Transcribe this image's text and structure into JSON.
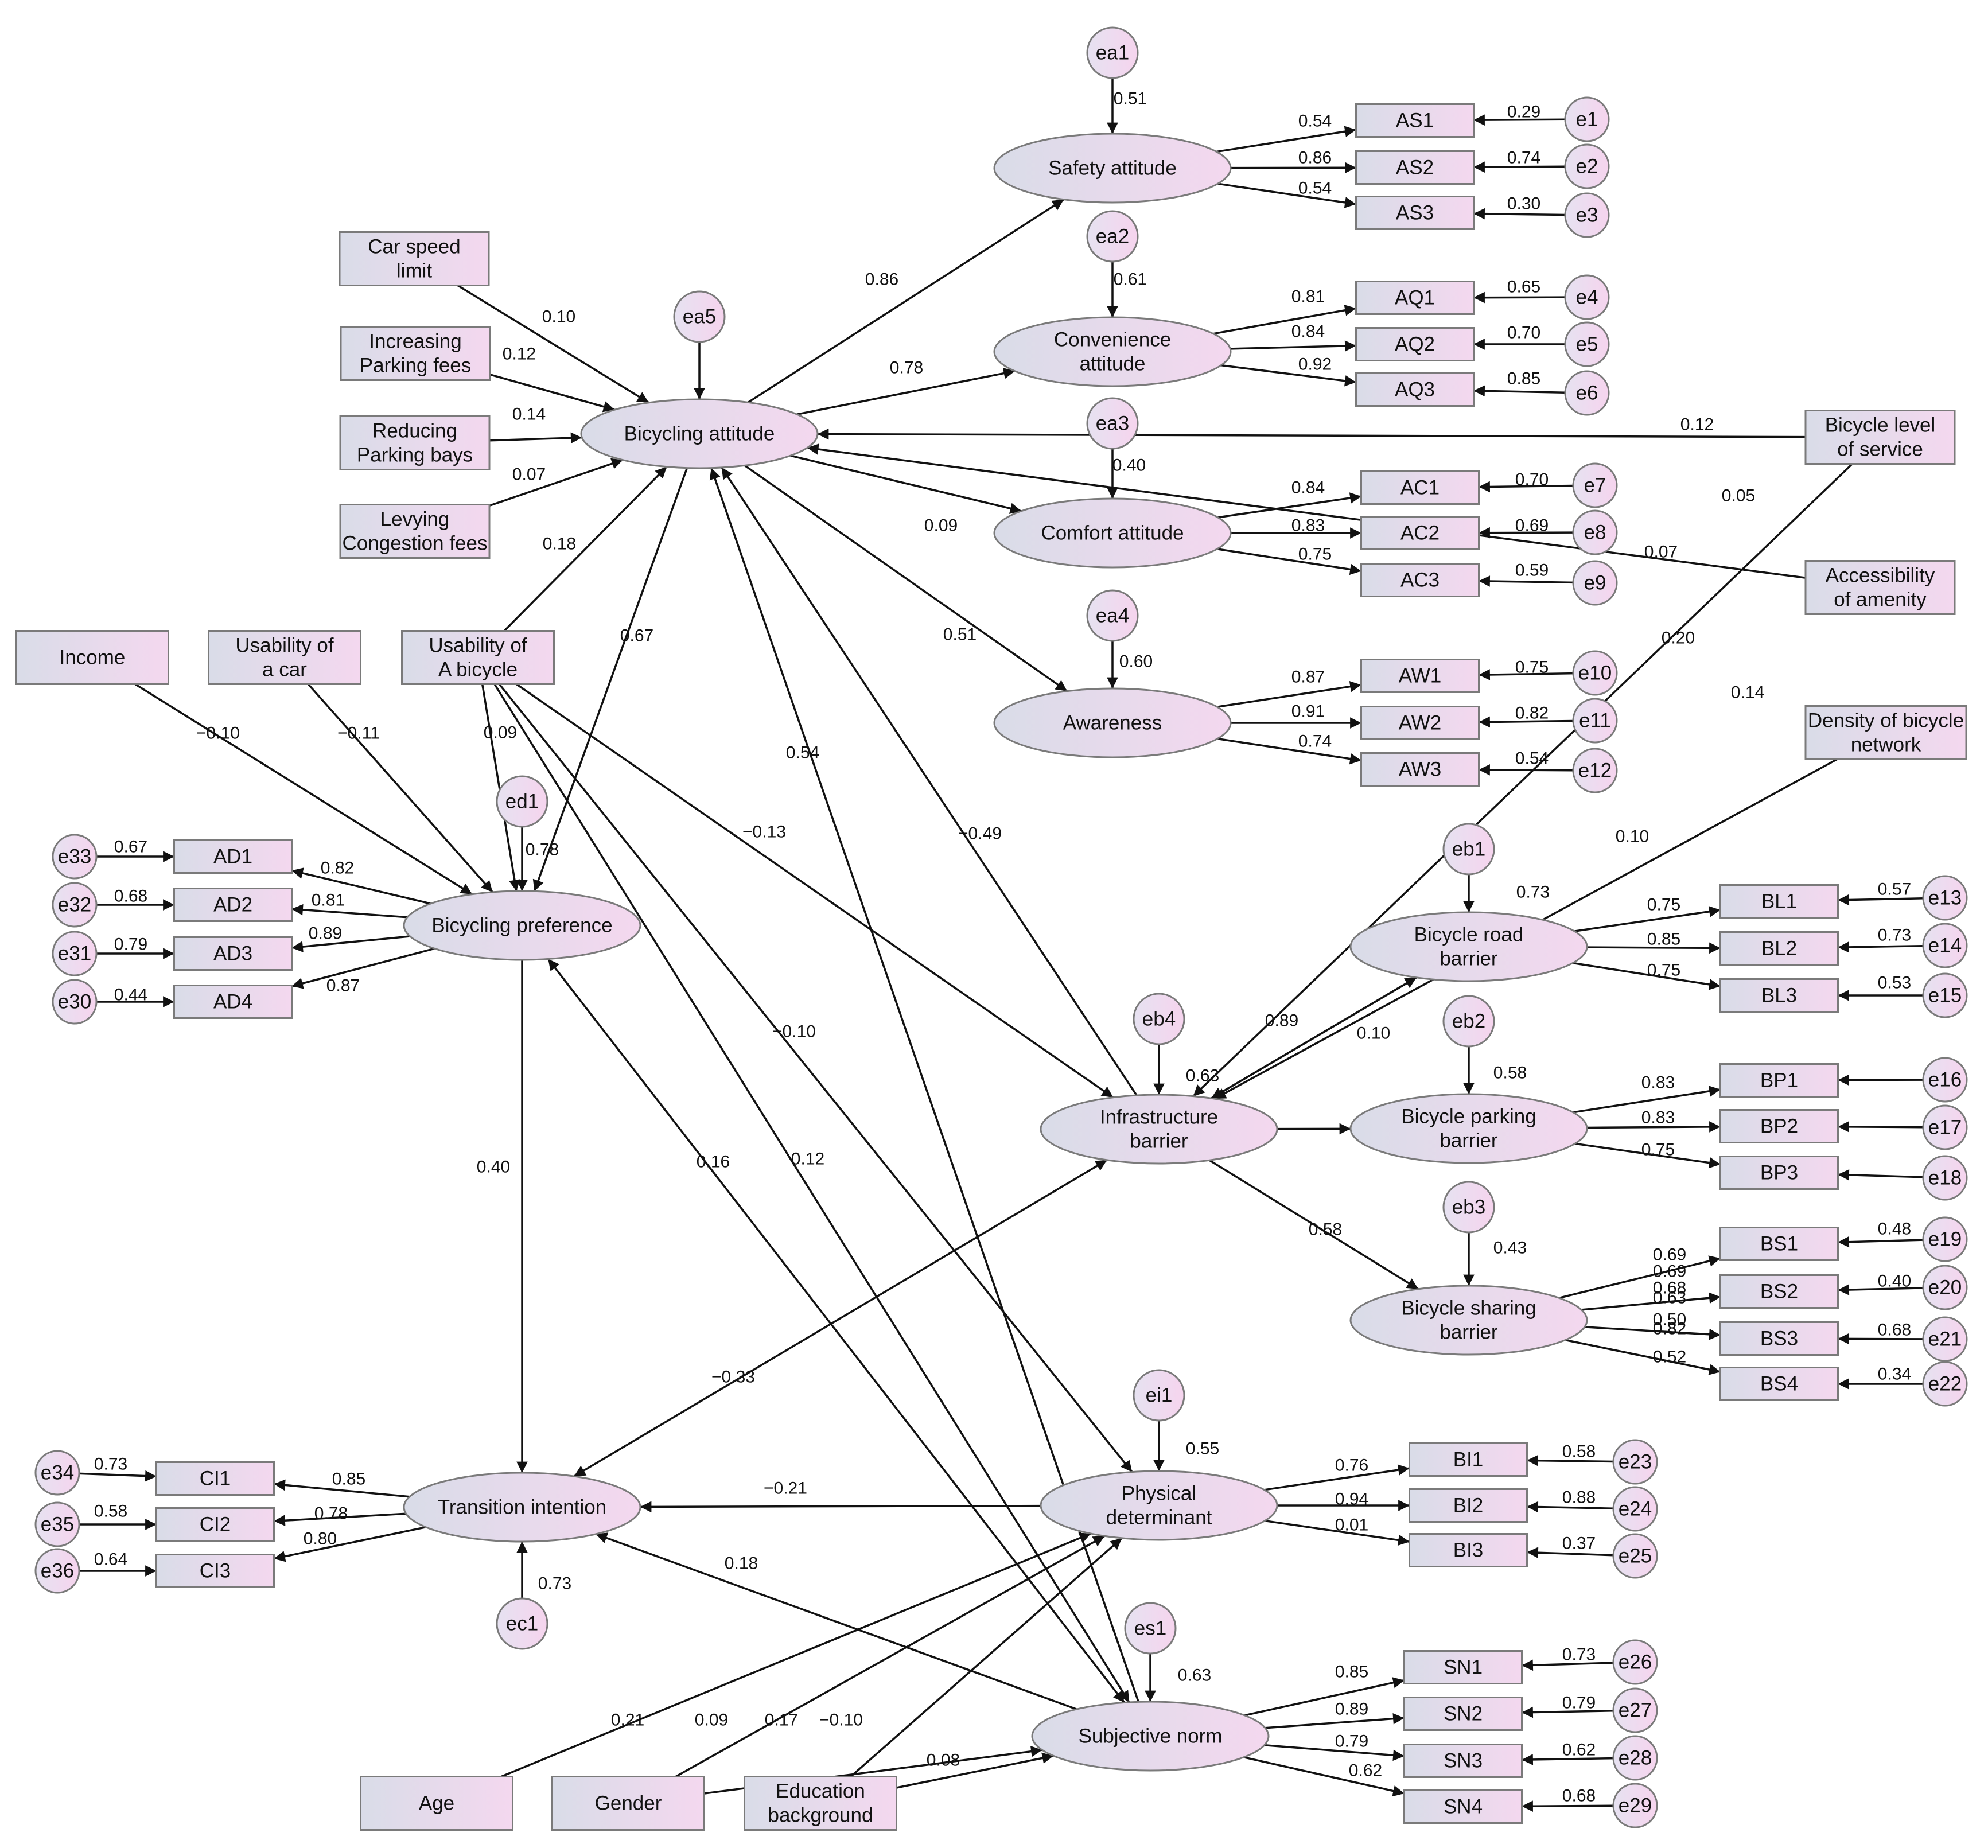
{
  "colors": {
    "node_fill_left": "#d9dce8",
    "node_fill_right": "#f4d8ef",
    "error_fill_left": "#e6e2f1",
    "error_fill_right": "#f6d4ee",
    "stroke": "#7a7a7a",
    "line": "#111111"
  },
  "nodes": [
    {
      "id": "ea1",
      "lines": [
        "ea1"
      ]
    },
    {
      "id": "ea2",
      "lines": [
        "ea2"
      ]
    },
    {
      "id": "ea3",
      "lines": [
        "ea3"
      ]
    },
    {
      "id": "ea4",
      "lines": [
        "ea4"
      ]
    },
    {
      "id": "ea5",
      "lines": [
        "ea5"
      ]
    },
    {
      "id": "ed1",
      "lines": [
        "ed1"
      ]
    },
    {
      "id": "eb1",
      "lines": [
        "eb1"
      ]
    },
    {
      "id": "eb2",
      "lines": [
        "eb2"
      ]
    },
    {
      "id": "eb3",
      "lines": [
        "eb3"
      ]
    },
    {
      "id": "eb4",
      "lines": [
        "eb4"
      ]
    },
    {
      "id": "ei1",
      "lines": [
        "ei1"
      ]
    },
    {
      "id": "es1",
      "lines": [
        "es1"
      ]
    },
    {
      "id": "ec1",
      "lines": [
        "ec1"
      ]
    },
    {
      "id": "e1",
      "lines": [
        "e1"
      ]
    },
    {
      "id": "e2",
      "lines": [
        "e2"
      ]
    },
    {
      "id": "e3",
      "lines": [
        "e3"
      ]
    },
    {
      "id": "e4",
      "lines": [
        "e4"
      ]
    },
    {
      "id": "e5",
      "lines": [
        "e5"
      ]
    },
    {
      "id": "e6",
      "lines": [
        "e6"
      ]
    },
    {
      "id": "e7",
      "lines": [
        "e7"
      ]
    },
    {
      "id": "e8",
      "lines": [
        "e8"
      ]
    },
    {
      "id": "e9",
      "lines": [
        "e9"
      ]
    },
    {
      "id": "e10",
      "lines": [
        "e10"
      ]
    },
    {
      "id": "e11",
      "lines": [
        "e11"
      ]
    },
    {
      "id": "e12",
      "lines": [
        "e12"
      ]
    },
    {
      "id": "e13",
      "lines": [
        "e13"
      ]
    },
    {
      "id": "e14",
      "lines": [
        "e14"
      ]
    },
    {
      "id": "e15",
      "lines": [
        "e15"
      ]
    },
    {
      "id": "e16",
      "lines": [
        "e16"
      ]
    },
    {
      "id": "e17",
      "lines": [
        "e17"
      ]
    },
    {
      "id": "e18",
      "lines": [
        "e18"
      ]
    },
    {
      "id": "e19",
      "lines": [
        "e19"
      ]
    },
    {
      "id": "e20",
      "lines": [
        "e20"
      ]
    },
    {
      "id": "e21",
      "lines": [
        "e21"
      ]
    },
    {
      "id": "e22",
      "lines": [
        "e22"
      ]
    },
    {
      "id": "e23",
      "lines": [
        "e23"
      ]
    },
    {
      "id": "e24",
      "lines": [
        "e24"
      ]
    },
    {
      "id": "e25",
      "lines": [
        "e25"
      ]
    },
    {
      "id": "e26",
      "lines": [
        "e26"
      ]
    },
    {
      "id": "e27",
      "lines": [
        "e27"
      ]
    },
    {
      "id": "e28",
      "lines": [
        "e28"
      ]
    },
    {
      "id": "e29",
      "lines": [
        "e29"
      ]
    },
    {
      "id": "e30",
      "lines": [
        "e30"
      ]
    },
    {
      "id": "e31",
      "lines": [
        "e31"
      ]
    },
    {
      "id": "e32",
      "lines": [
        "e32"
      ]
    },
    {
      "id": "e33",
      "lines": [
        "e33"
      ]
    },
    {
      "id": "e34",
      "lines": [
        "e34"
      ]
    },
    {
      "id": "e35",
      "lines": [
        "e35"
      ]
    },
    {
      "id": "e36",
      "lines": [
        "e36"
      ]
    },
    {
      "id": "safety",
      "lines": [
        "Safety attitude"
      ]
    },
    {
      "id": "convenience",
      "lines": [
        "Convenience",
        "attitude"
      ]
    },
    {
      "id": "comfort",
      "lines": [
        "Comfort attitude"
      ]
    },
    {
      "id": "awareness",
      "lines": [
        "Awareness"
      ]
    },
    {
      "id": "bicyc_att",
      "lines": [
        "Bicycling attitude"
      ]
    },
    {
      "id": "bicyc_pref",
      "lines": [
        "Bicycling preference"
      ]
    },
    {
      "id": "infra",
      "lines": [
        "Infrastructure",
        "barrier"
      ]
    },
    {
      "id": "road",
      "lines": [
        "Bicycle road",
        "barrier"
      ]
    },
    {
      "id": "parking",
      "lines": [
        "Bicycle parking",
        "barrier"
      ]
    },
    {
      "id": "sharing",
      "lines": [
        "Bicycle sharing",
        "barrier"
      ]
    },
    {
      "id": "physical",
      "lines": [
        "Physical",
        "determinant"
      ]
    },
    {
      "id": "subjective",
      "lines": [
        "Subjective norm"
      ]
    },
    {
      "id": "transition",
      "lines": [
        "Transition intention"
      ]
    },
    {
      "id": "AS1",
      "lines": [
        "AS1"
      ]
    },
    {
      "id": "AS2",
      "lines": [
        "AS2"
      ]
    },
    {
      "id": "AS3",
      "lines": [
        "AS3"
      ]
    },
    {
      "id": "AQ1",
      "lines": [
        "AQ1"
      ]
    },
    {
      "id": "AQ2",
      "lines": [
        "AQ2"
      ]
    },
    {
      "id": "AQ3",
      "lines": [
        "AQ3"
      ]
    },
    {
      "id": "AC1",
      "lines": [
        "AC1"
      ]
    },
    {
      "id": "AC2",
      "lines": [
        "AC2"
      ]
    },
    {
      "id": "AC3",
      "lines": [
        "AC3"
      ]
    },
    {
      "id": "AW1",
      "lines": [
        "AW1"
      ]
    },
    {
      "id": "AW2",
      "lines": [
        "AW2"
      ]
    },
    {
      "id": "AW3",
      "lines": [
        "AW3"
      ]
    },
    {
      "id": "BL1",
      "lines": [
        "BL1"
      ]
    },
    {
      "id": "BL2",
      "lines": [
        "BL2"
      ]
    },
    {
      "id": "BL3",
      "lines": [
        "BL3"
      ]
    },
    {
      "id": "BP1",
      "lines": [
        "BP1"
      ]
    },
    {
      "id": "BP2",
      "lines": [
        "BP2"
      ]
    },
    {
      "id": "BP3",
      "lines": [
        "BP3"
      ]
    },
    {
      "id": "BS1",
      "lines": [
        "BS1"
      ]
    },
    {
      "id": "BS2",
      "lines": [
        "BS2"
      ]
    },
    {
      "id": "BS3",
      "lines": [
        "BS3"
      ]
    },
    {
      "id": "BS4",
      "lines": [
        "BS4"
      ]
    },
    {
      "id": "BI1",
      "lines": [
        "BI1"
      ]
    },
    {
      "id": "BI2",
      "lines": [
        "BI2"
      ]
    },
    {
      "id": "BI3",
      "lines": [
        "BI3"
      ]
    },
    {
      "id": "SN1",
      "lines": [
        "SN1"
      ]
    },
    {
      "id": "SN2",
      "lines": [
        "SN2"
      ]
    },
    {
      "id": "SN3",
      "lines": [
        "SN3"
      ]
    },
    {
      "id": "SN4",
      "lines": [
        "SN4"
      ]
    },
    {
      "id": "AD1",
      "lines": [
        "AD1"
      ]
    },
    {
      "id": "AD2",
      "lines": [
        "AD2"
      ]
    },
    {
      "id": "AD3",
      "lines": [
        "AD3"
      ]
    },
    {
      "id": "AD4",
      "lines": [
        "AD4"
      ]
    },
    {
      "id": "CI1",
      "lines": [
        "CI1"
      ]
    },
    {
      "id": "CI2",
      "lines": [
        "CI2"
      ]
    },
    {
      "id": "CI3",
      "lines": [
        "CI3"
      ]
    },
    {
      "id": "car_speed",
      "lines": [
        "Car speed",
        "limit"
      ]
    },
    {
      "id": "inc_parking",
      "lines": [
        "Increasing",
        "Parking fees"
      ]
    },
    {
      "id": "red_parking",
      "lines": [
        "Reducing",
        "Parking bays"
      ]
    },
    {
      "id": "congestion",
      "lines": [
        "Levying",
        "Congestion fees"
      ]
    },
    {
      "id": "income",
      "lines": [
        "Income"
      ]
    },
    {
      "id": "usab_car",
      "lines": [
        "Usability of",
        "a car"
      ]
    },
    {
      "id": "usab_bike",
      "lines": [
        "Usability of",
        "A bicycle"
      ]
    },
    {
      "id": "bike_los",
      "lines": [
        "Bicycle level",
        "of service"
      ]
    },
    {
      "id": "access",
      "lines": [
        "Accessibility",
        "of amenity"
      ]
    },
    {
      "id": "density",
      "lines": [
        "Density of bicycle",
        "network"
      ]
    },
    {
      "id": "age",
      "lines": [
        "Age"
      ]
    },
    {
      "id": "gender",
      "lines": [
        "Gender"
      ]
    },
    {
      "id": "education",
      "lines": [
        "Education",
        "background"
      ]
    }
  ],
  "coefficients": [
    "0.51",
    "0.61",
    "0.40",
    "0.60",
    "0.54",
    "0.86",
    "0.54",
    "0.29",
    "0.74",
    "0.30",
    "0.81",
    "0.84",
    "0.92",
    "0.65",
    "0.70",
    "0.85",
    "0.84",
    "0.83",
    "0.75",
    "0.70",
    "0.69",
    "0.59",
    "0.87",
    "0.91",
    "0.74",
    "0.75",
    "0.82",
    "0.54",
    "0.86",
    "0.78",
    "0.09",
    "0.51",
    "0.12",
    "0.05",
    "0.07",
    "0.20",
    "0.14",
    "0.10",
    "0.10",
    "0.12",
    "0.14",
    "0.07",
    "0.18",
    "0.67",
    "−0.10",
    "−0.11",
    "0.09",
    "0.78",
    "0.82",
    "0.81",
    "0.89",
    "0.87",
    "0.67",
    "0.68",
    "0.79",
    "0.44",
    "0.54",
    "−0.13",
    "−0.49",
    "−0.10",
    "0.16",
    "0.12",
    "0.40",
    "0.73",
    "0.75",
    "0.85",
    "0.75",
    "0.57",
    "0.73",
    "0.53",
    "0.89",
    "0.10",
    "0.63",
    "0.58",
    "0.83",
    "0.83",
    "0.75",
    "0.69",
    "0.68",
    "0.50",
    "0.43",
    "0.58",
    "0.69",
    "0.63",
    "0.82",
    "0.52",
    "0.48",
    "0.40",
    "0.68",
    "0.34",
    "−0.33",
    "−0.21",
    "0.18",
    "0.55",
    "0.76",
    "0.94",
    "0.01",
    "0.58",
    "0.88",
    "0.37",
    "0.63",
    "0.85",
    "0.89",
    "0.79",
    "0.62",
    "0.73",
    "0.79",
    "0.62",
    "0.68",
    "0.73",
    "0.58",
    "0.64",
    "0.85",
    "0.78",
    "0.80",
    "0.73",
    "0.21",
    "0.09",
    "0.17",
    "−0.10",
    "0.08"
  ]
}
